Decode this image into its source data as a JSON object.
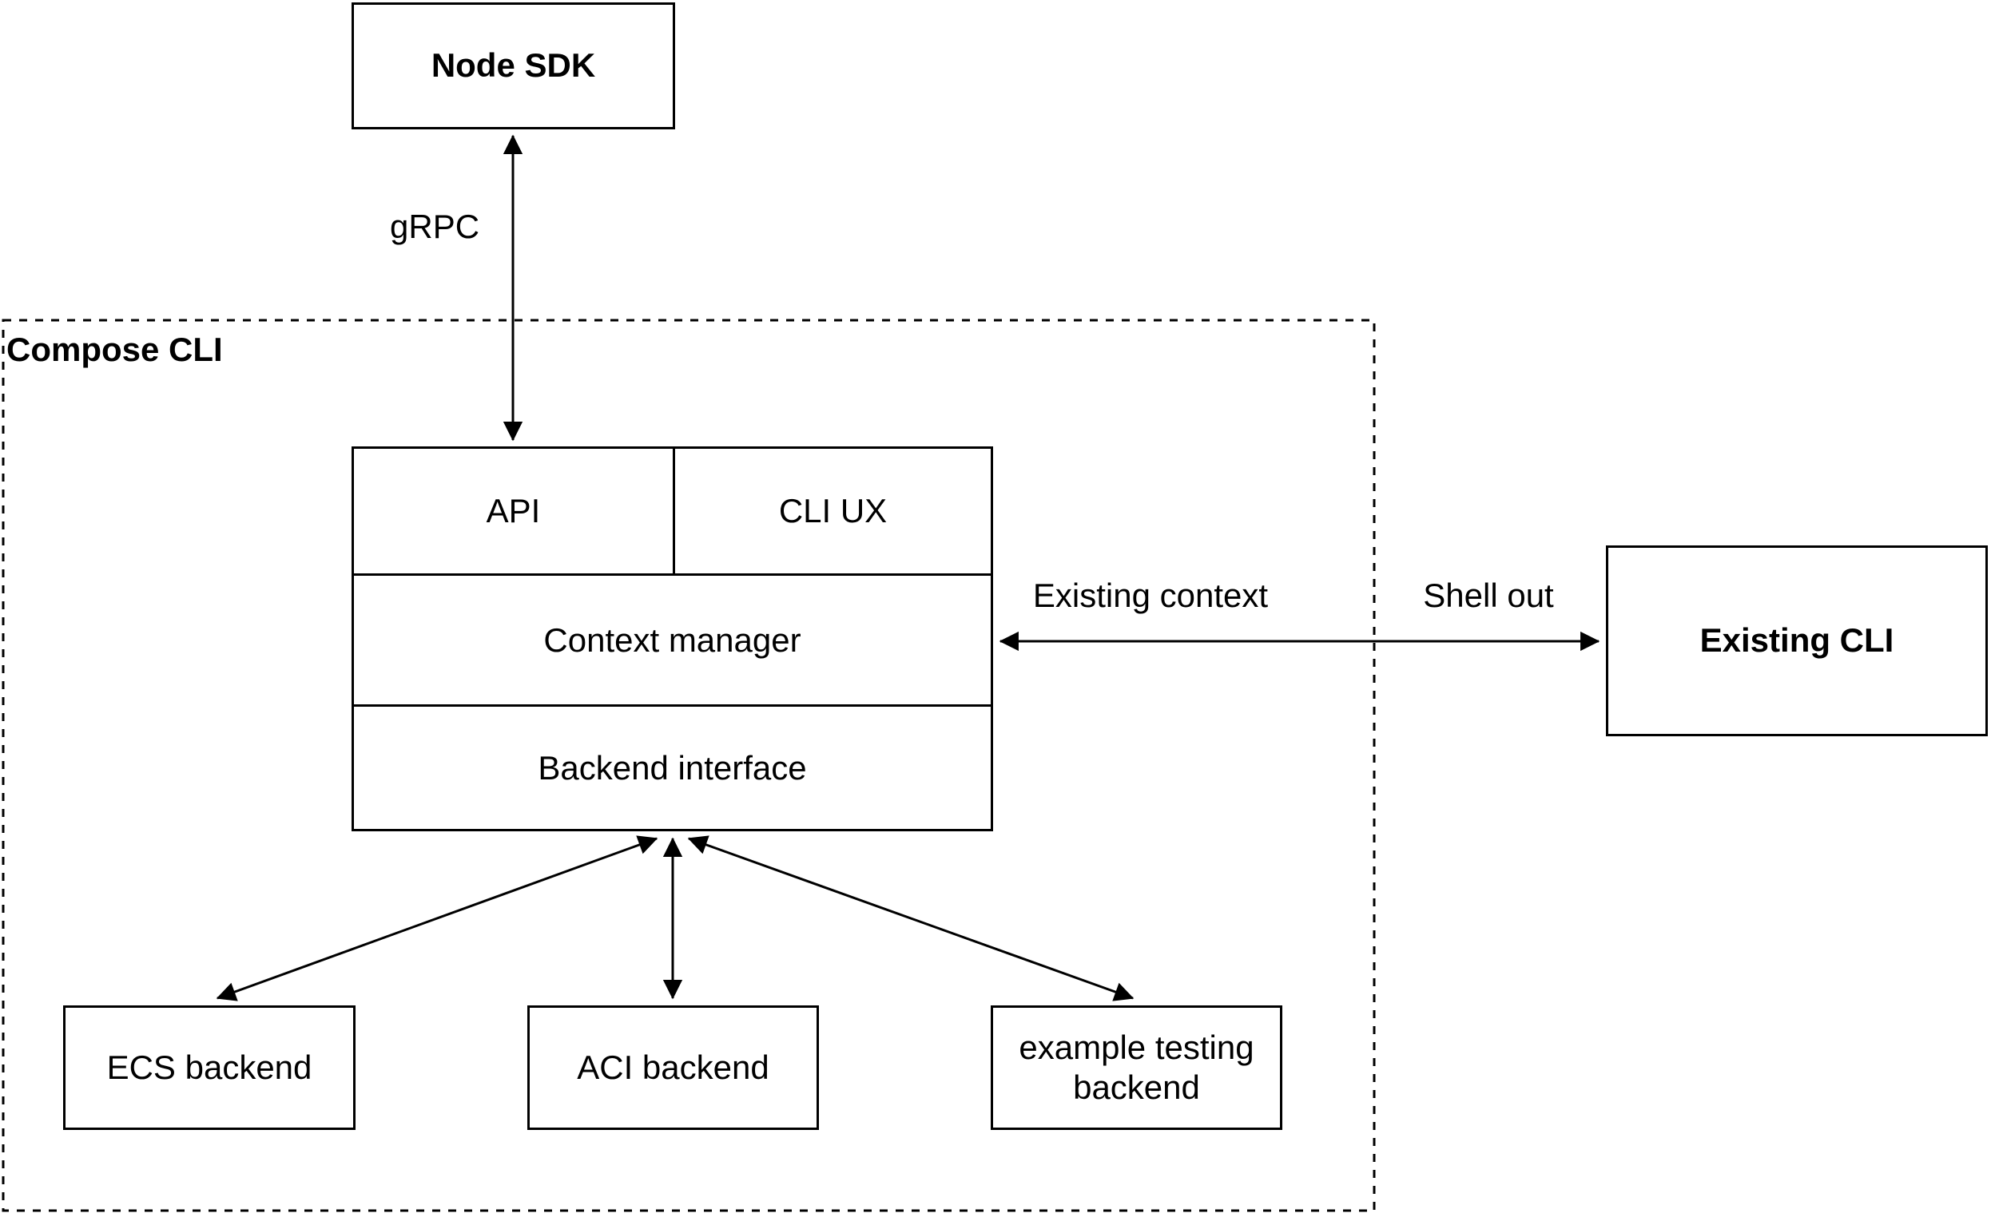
{
  "diagram": {
    "nodes": {
      "node_sdk": {
        "label": "Node SDK"
      },
      "compose_cli_group": {
        "label": "Compose CLI"
      },
      "api": {
        "label": "API"
      },
      "cli_ux": {
        "label": "CLI UX"
      },
      "context_manager": {
        "label": "Context manager"
      },
      "backend_interface": {
        "label": "Backend interface"
      },
      "existing_cli": {
        "label": "Existing CLI"
      },
      "ecs_backend": {
        "label": "ECS backend"
      },
      "aci_backend": {
        "label": "ACI backend"
      },
      "example_testing_backend": {
        "label": "example testing backend"
      }
    },
    "edges": {
      "grpc": {
        "label": "gRPC"
      },
      "existing_context": {
        "label": "Existing context"
      },
      "shell_out": {
        "label": "Shell out"
      }
    },
    "colors": {
      "stroke": "#000000",
      "background": "#ffffff"
    }
  }
}
